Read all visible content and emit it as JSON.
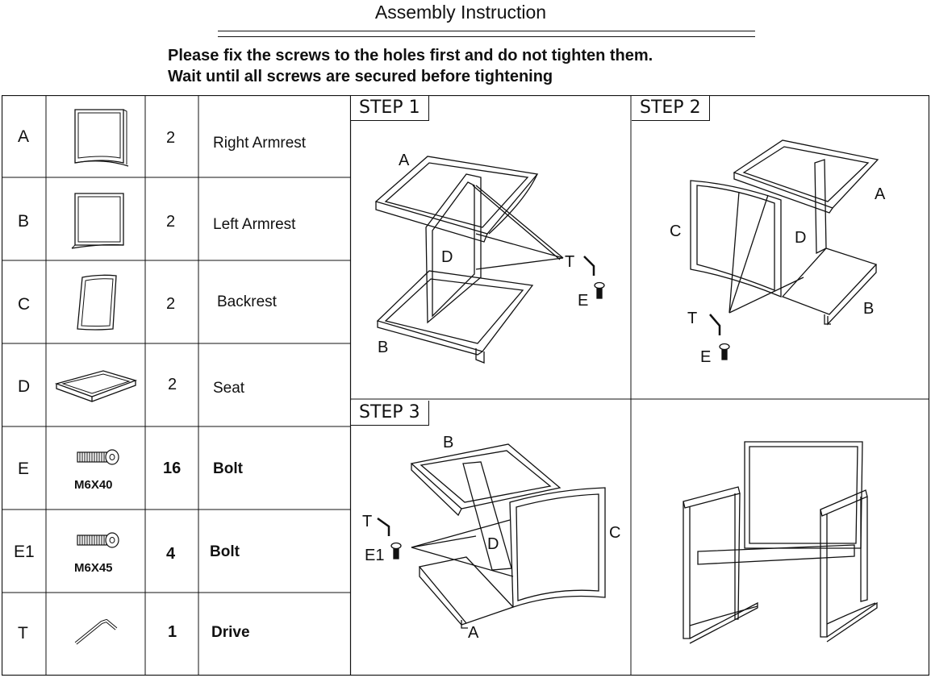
{
  "header": {
    "title": "Assembly Instruction",
    "note_line1": "Please fix the screws to the holes first and do not tighten them.",
    "note_line2": "Wait until all screws are secured before tightening"
  },
  "parts": [
    {
      "code": "A",
      "qty": "2",
      "name": "Right Armrest",
      "icon": "armrest-icon"
    },
    {
      "code": "B",
      "qty": "2",
      "name": "Left Armrest",
      "icon": "armrest-icon"
    },
    {
      "code": "C",
      "qty": "2",
      "name": "Backrest",
      "icon": "backrest-icon"
    },
    {
      "code": "D",
      "qty": "2",
      "name": "Seat",
      "icon": "seat-icon"
    },
    {
      "code": "E",
      "qty": "16",
      "name": "Bolt",
      "size": "M6X40",
      "icon": "bolt-icon"
    },
    {
      "code": "E1",
      "qty": "4",
      "name": "Bolt",
      "size": "M6X45",
      "icon": "bolt-icon"
    },
    {
      "code": "T",
      "qty": "1",
      "name": "Drive",
      "icon": "hex-key-icon"
    }
  ],
  "steps": [
    {
      "label": "STEP 1",
      "callouts": {
        "a": "A",
        "b": "B",
        "d": "D",
        "t": "T",
        "e": "E"
      }
    },
    {
      "label": "STEP 2",
      "callouts": {
        "a": "A",
        "b": "B",
        "c": "C",
        "d": "D",
        "t": "T",
        "e": "E"
      }
    },
    {
      "label": "STEP 3",
      "callouts": {
        "a": "A",
        "b": "B",
        "c": "C",
        "d": "D",
        "t": "T",
        "e": "E1"
      }
    }
  ]
}
